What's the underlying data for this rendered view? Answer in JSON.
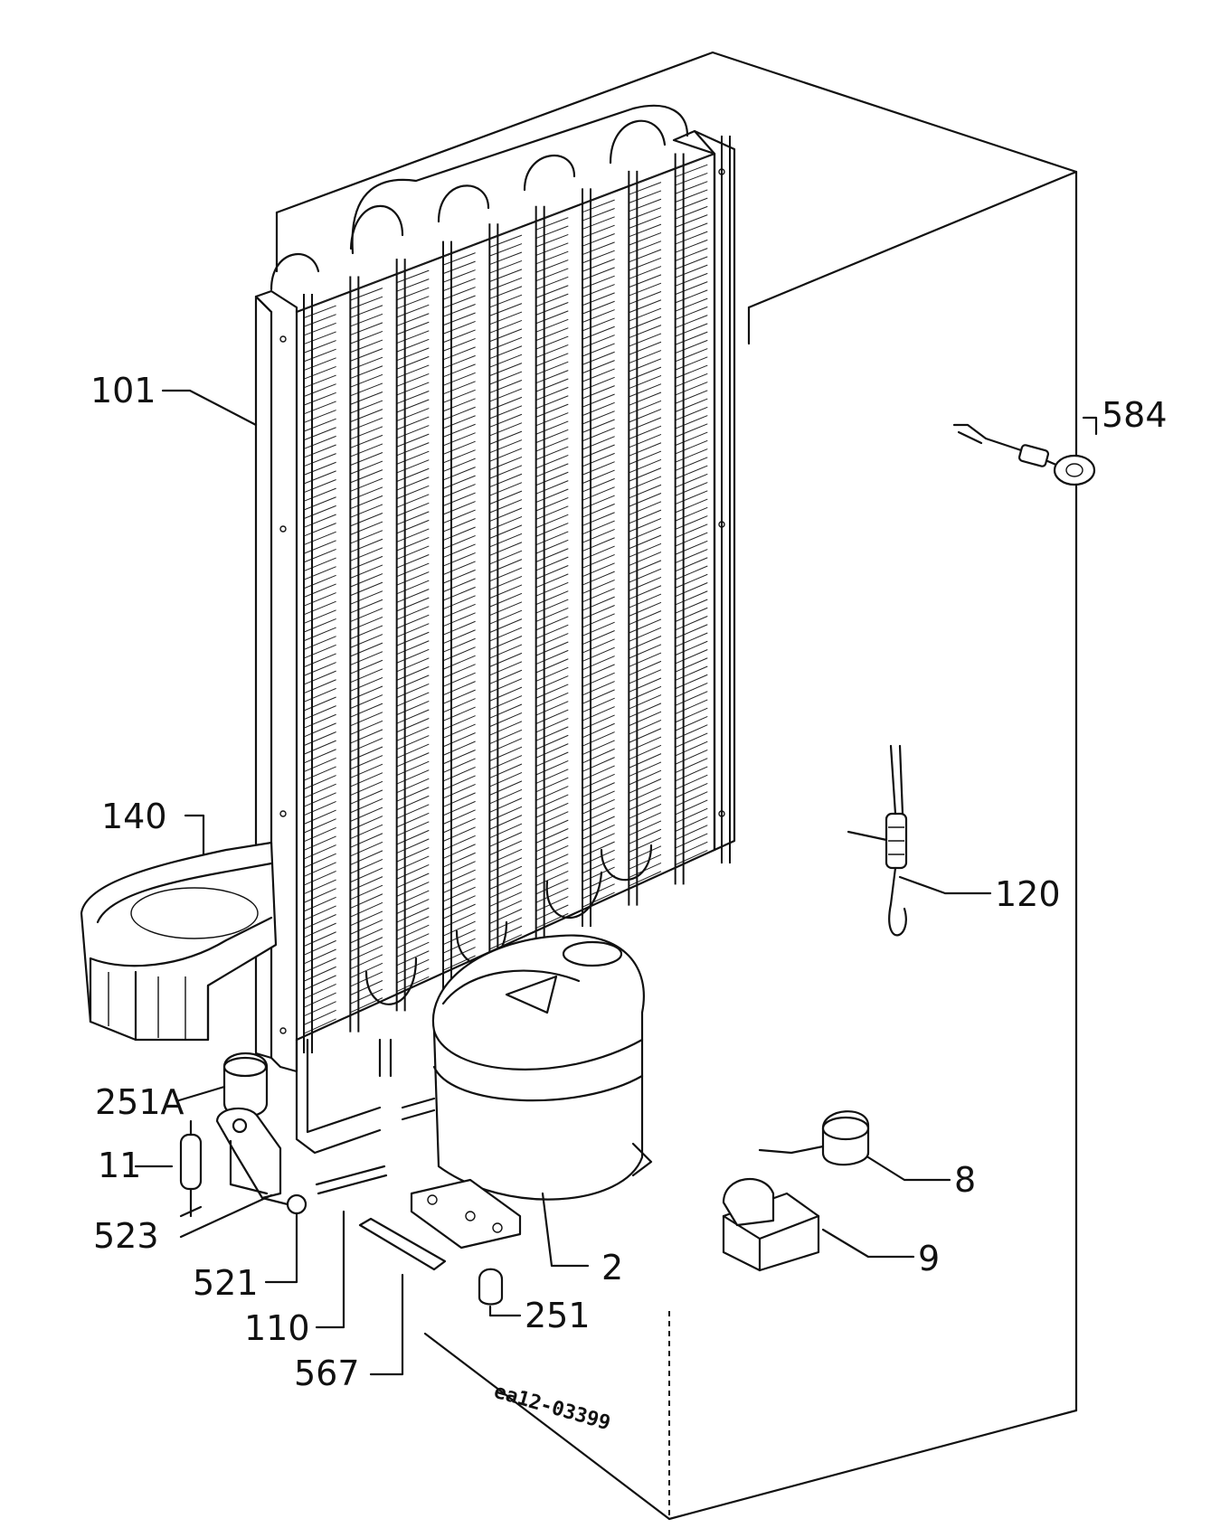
{
  "diagram": {
    "drawing_code": "ea12-03399",
    "callouts": [
      {
        "id": "101",
        "label": "101"
      },
      {
        "id": "584",
        "label": "584"
      },
      {
        "id": "140",
        "label": "140"
      },
      {
        "id": "120",
        "label": "120"
      },
      {
        "id": "251A",
        "label": "251A"
      },
      {
        "id": "11",
        "label": "11"
      },
      {
        "id": "8",
        "label": "8"
      },
      {
        "id": "523",
        "label": "523"
      },
      {
        "id": "9",
        "label": "9"
      },
      {
        "id": "2",
        "label": "2"
      },
      {
        "id": "521",
        "label": "521"
      },
      {
        "id": "251",
        "label": "251"
      },
      {
        "id": "110",
        "label": "110"
      },
      {
        "id": "567",
        "label": "567"
      }
    ]
  }
}
